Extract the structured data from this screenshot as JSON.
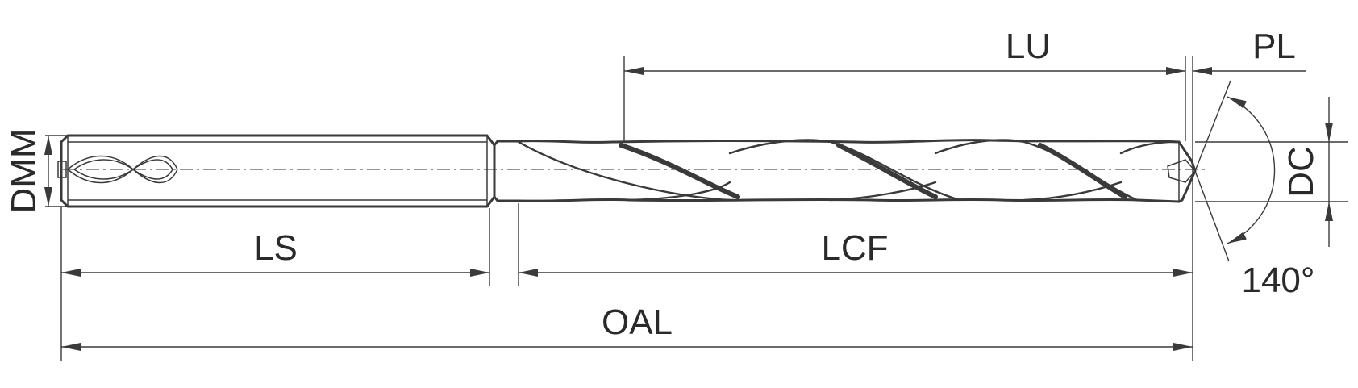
{
  "labels": {
    "lu": "LU",
    "pl": "PL",
    "dmm": "DMM",
    "dc": "DC",
    "ls": "LS",
    "lcf": "LCF",
    "oal": "OAL",
    "angle": "140°"
  }
}
